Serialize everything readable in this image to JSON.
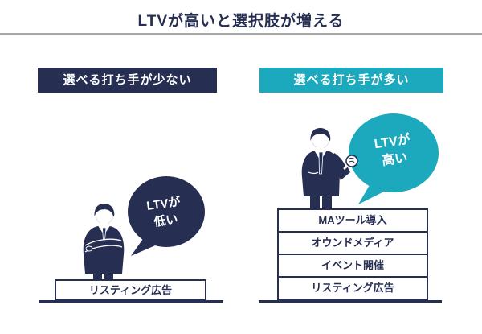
{
  "title": "LTVが高いと選択肢が増える",
  "colors": {
    "navy": "#262e52",
    "teal": "#1ca9bd",
    "divider_gray": "#a8a8a8",
    "background": "#ffffff"
  },
  "left_panel": {
    "header": "選べる打ち手が少ない",
    "speech_bubble": {
      "line1": "LTVが",
      "line2": "低い",
      "color": "#262e52"
    },
    "figure": "businessman-arms-crossed",
    "tactics": [
      "リスティング広告"
    ]
  },
  "right_panel": {
    "header": "選べる打ち手が多い",
    "speech_bubble": {
      "line1": "LTVが",
      "line2": "高い",
      "color": "#1ca9bd"
    },
    "figure": "businessman-fist-raised",
    "tactics": [
      "MAツール導入",
      "オウンドメディア",
      "イベント開催",
      "リスティング広告"
    ]
  }
}
